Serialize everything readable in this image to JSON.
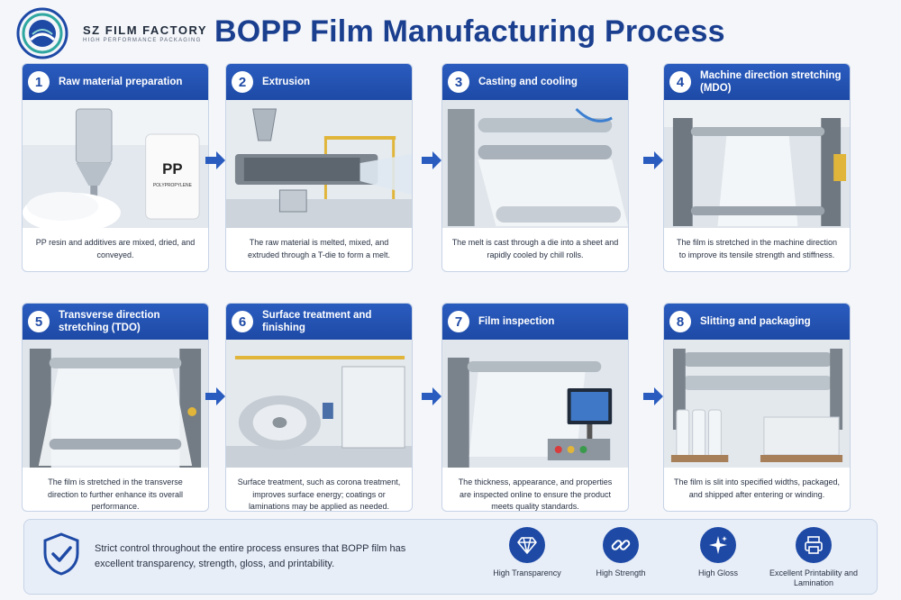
{
  "header": {
    "brand_name": "SZ FILM FACTORY",
    "brand_tagline": "HIGH PERFORMANCE PACKAGING",
    "title": "BOPP Film Manufacturing Process"
  },
  "steps": [
    {
      "number": "1",
      "title": "Raw material preparation",
      "description": "PP resin and additives are mixed, dried, and conveyed.",
      "bag_label": "PP",
      "bag_sublabel": "POLYPROPYLENE"
    },
    {
      "number": "2",
      "title": "Extrusion",
      "description": "The raw material is melted, mixed, and extruded through a T-die to form a melt."
    },
    {
      "number": "3",
      "title": "Casting and cooling",
      "description": "The melt is cast through a die into a sheet and rapidly cooled by chill rolls."
    },
    {
      "number": "4",
      "title": "Machine direction stretching (MDO)",
      "description": "The film is stretched in the machine direction to improve its tensile strength and stiffness."
    },
    {
      "number": "5",
      "title": "Transverse direction stretching (TDO)",
      "description": "The film is stretched in the transverse direction to further enhance its overall performance."
    },
    {
      "number": "6",
      "title": "Surface treatment and finishing",
      "description": "Surface treatment, such as corona treatment, improves surface energy; coatings or laminations may be applied as needed."
    },
    {
      "number": "7",
      "title": "Film inspection",
      "description": "The thickness, appearance, and properties are inspected online to ensure the product meets quality standards."
    },
    {
      "number": "8",
      "title": "Slitting and packaging",
      "description": "The film is slit into specified widths, packaged, and shipped after entering or winding."
    }
  ],
  "summary": {
    "text": "Strict control throughout the entire process ensures that BOPP film has excellent transparency, strength, gloss, and printability.",
    "features": [
      {
        "label": "High Transparency",
        "icon": "diamond-icon"
      },
      {
        "label": "High Strength",
        "icon": "chain-link-icon"
      },
      {
        "label": "High Gloss",
        "icon": "sparkle-icon"
      },
      {
        "label": "Excellent Printability and Lamination",
        "icon": "printer-icon"
      }
    ]
  },
  "colors": {
    "primary": "#1e4aa6",
    "title": "#1b3f8f",
    "accent_teal": "#2fa7a0",
    "background": "#f4f6fa"
  }
}
